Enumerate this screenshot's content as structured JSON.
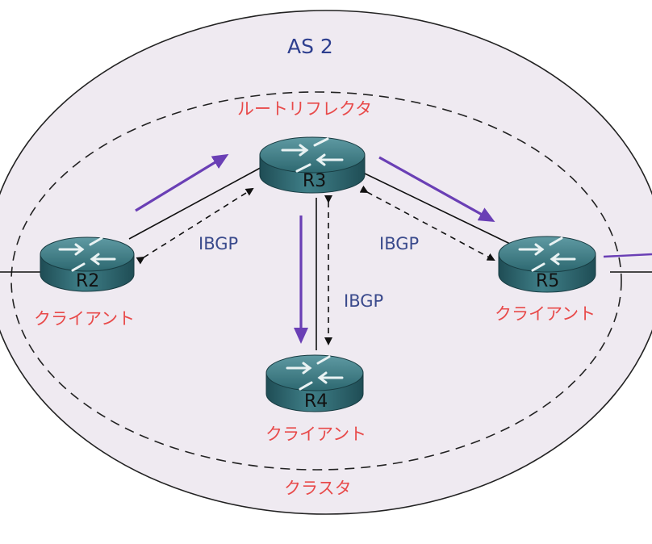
{
  "as_label": "AS 2",
  "cluster_label": "クラスタ",
  "reflector_label": "ルートリフレクタ",
  "routers": {
    "r2": {
      "name": "R2",
      "role": "クライアント"
    },
    "r3": {
      "name": "R3"
    },
    "r4": {
      "name": "R4",
      "role": "クライアント"
    },
    "r5": {
      "name": "R5",
      "role": "クライアント"
    }
  },
  "sessions": {
    "r2_r3": "IBGP",
    "r3_r4": "IBGP",
    "r3_r5": "IBGP"
  },
  "colors": {
    "as_fill": "#efeaf1",
    "flow_arrow": "#6a3fb5",
    "role_text": "#e84a4a",
    "ibgp_text": "#3a4a8c",
    "router_body": "#2f6b74"
  }
}
